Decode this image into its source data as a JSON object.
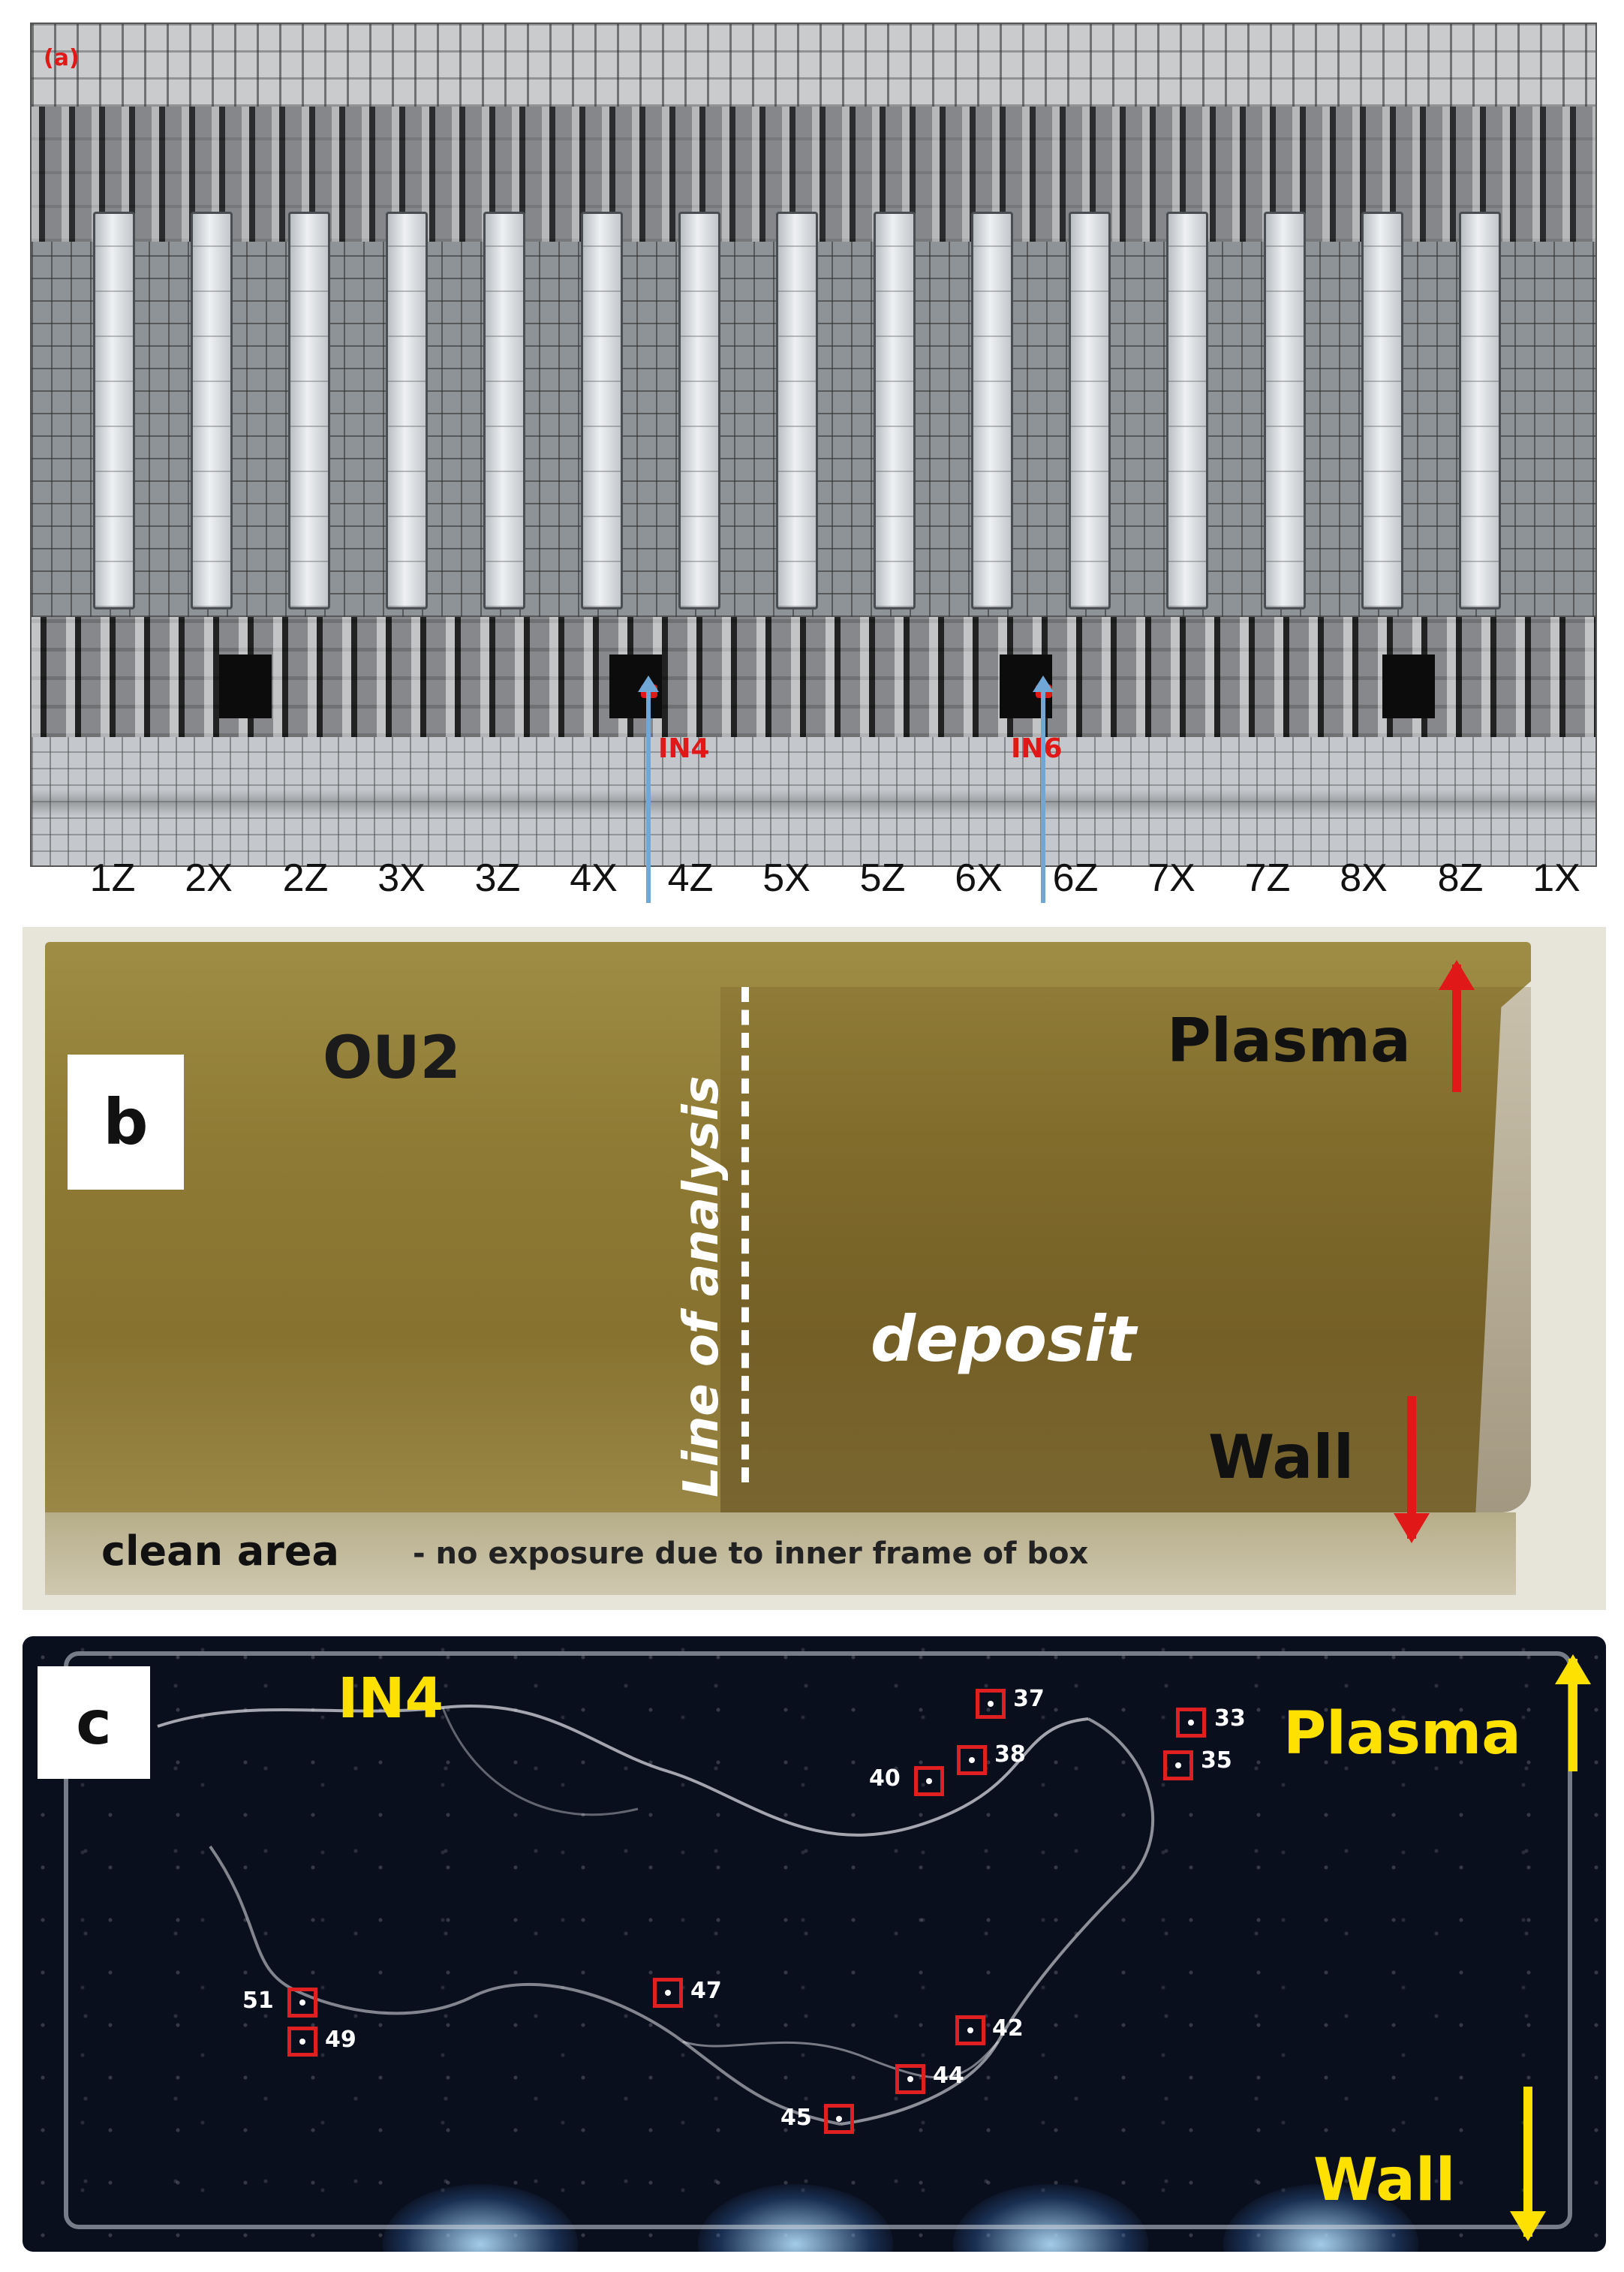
{
  "panel_a": {
    "letter": "(a)",
    "slot_labels": [
      "1Z",
      "2X",
      "2Z",
      "3X",
      "3Z",
      "4X",
      "4Z",
      "5X",
      "5Z",
      "6X",
      "6Z",
      "7X",
      "7Z",
      "8X",
      "8Z",
      "1X"
    ],
    "markers": [
      {
        "label": "IN4"
      },
      {
        "label": "IN6"
      }
    ],
    "colors": {
      "marker": "#e01818",
      "arrow": "#6fa8d6"
    }
  },
  "panel_b": {
    "letter": "b",
    "sample_name": "OU2",
    "plasma_label": "Plasma",
    "wall_label": "Wall",
    "deposit_label": "deposit",
    "line_label": "Line of analysis",
    "clean_area_label": "clean area",
    "clean_area_note": "- no exposure due to inner frame of box",
    "colors": {
      "arrow": "#e01818",
      "plate": "#8f7b34"
    }
  },
  "panel_c": {
    "letter": "c",
    "sample_name": "IN4",
    "plasma_label": "Plasma",
    "wall_label": "Wall",
    "rois": [
      "33",
      "35",
      "37",
      "38",
      "40",
      "42",
      "44",
      "45",
      "47",
      "49",
      "51"
    ],
    "colors": {
      "text": "#ffe100",
      "roi": "#e02020"
    }
  }
}
